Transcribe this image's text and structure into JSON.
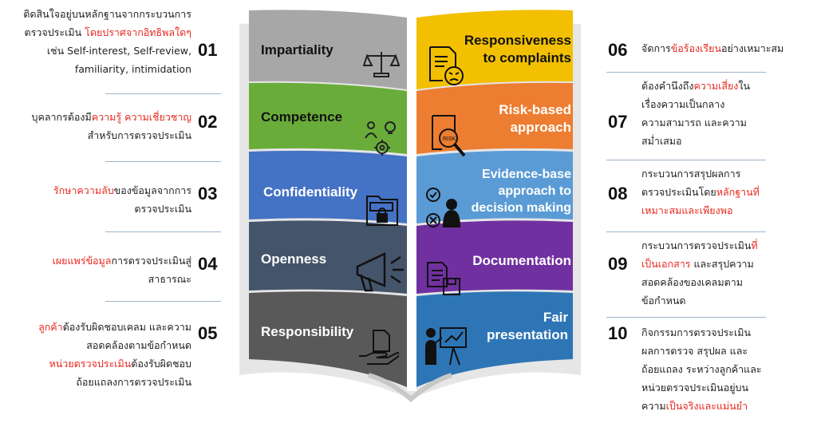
{
  "colors": {
    "gray": "#a7a7a7",
    "green": "#6aac3a",
    "blue": "#4472c4",
    "navy": "#44546a",
    "charcoal": "#595959",
    "yellow": "#f2c000",
    "orange": "#ed7d31",
    "lightblue": "#5b9bd5",
    "purple": "#7030a0",
    "steel": "#2e75b6",
    "accent_red": "#e8281e"
  },
  "left_pages": [
    {
      "title": "Impartiality",
      "icon": "scale-icon"
    },
    {
      "title": "Competence",
      "icon": "people-gears-icon"
    },
    {
      "title": "Confidentiality",
      "icon": "locked-folder-icon"
    },
    {
      "title": "Openness",
      "icon": "megaphone-icon"
    },
    {
      "title": "Responsibility",
      "icon": "hand-document-icon"
    }
  ],
  "right_pages": [
    {
      "title_line1": "Responsiveness",
      "title_line2": "to complaints",
      "icon": "angry-document-icon"
    },
    {
      "title_line1": "Risk-based",
      "title_line2": "approach",
      "icon": "risk-magnifier-icon"
    },
    {
      "title_line1": "Evidence-base",
      "title_line2": "approach to",
      "title_line3": "decision making",
      "icon": "decision-person-icon"
    },
    {
      "title_line1": "Documentation",
      "icon": "documents-disk-icon"
    },
    {
      "title_line1": "Fair",
      "title_line2": "presentation",
      "icon": "presenter-board-icon"
    }
  ],
  "numbers": [
    "01",
    "02",
    "03",
    "04",
    "05",
    "06",
    "07",
    "08",
    "09",
    "10"
  ],
  "left_text": {
    "p01": {
      "l1": "ติดสินใจอยู่บนหลักฐานจากกระบวนการ",
      "l2a": "ตรวจประเมิน ",
      "l2b": "โดยปราศจากอิทธิพลใดๆ",
      "l3": "เช่น Self-interest, Self-review,",
      "l4": "familiarity, intimidation"
    },
    "p02": {
      "l1a": "บุคลากรต้องมี",
      "l1b": "ความรู้ ความเชี่ยวชาญ",
      "l2": "สำหรับการตรวจประเมิน"
    },
    "p03": {
      "l1a": "รักษาความลับ",
      "l1b": "ของข้อมูลจากการ",
      "l2": "ตรวจประเมิน"
    },
    "p04": {
      "l1a": "เผยแพร่ข้อมูล",
      "l1b": "การตรวจประเมินสู่",
      "l2": "สาธารณะ"
    },
    "p05": {
      "l1a": "ลูกค้า",
      "l1b": "ต้องรับผิดชอบเคลม และความ",
      "l2": "สอดคล้องตามข้อกำหนด",
      "l3a": "หน่วยตรวจประเมิน",
      "l3b": "ต้องรับผิดชอบ",
      "l4": "ถ้อยแถลงการตรวจประเมิน"
    }
  },
  "right_text": {
    "p06": {
      "l1a": "จัดการ",
      "l1b": "ข้อร้องเรียน",
      "l1c": "อย่างเหมาะสม"
    },
    "p07": {
      "l1a": "ต้องคำนึงถึง",
      "l1b": "ความเสี่ยง",
      "l1c": "ใน",
      "l2": "เรื่องความเป็นกลาง",
      "l3": "ความสามารถ และความ",
      "l4": "สม่ำเสมอ"
    },
    "p08": {
      "l1": "กระบวนการสรุปผลการ",
      "l2a": "ตรวจประเมินโดย",
      "l2b": "หลักฐานที่",
      "l3": "เหมาะสมและเพียงพอ"
    },
    "p09": {
      "l1a": "กระบวนการตรวจประเมิน",
      "l1b": "ที่",
      "l2a": "เป็นเอกสาร",
      "l2b": " และสรุปความ",
      "l3": "สอดคล้องของเคลมตาม",
      "l4": "ข้อกำหนด"
    },
    "p10": {
      "l1": "กิจกรรมการตรวจประเมิน",
      "l2": "ผลการตรวจ สรุปผล และ",
      "l3": "ถ้อยแถลง ระหว่างลูกค้าและ",
      "l4": "หน่วยตรวจประเมินอยู่บน",
      "l5a": "ความ",
      "l5b": "เป็นจริงและแม่นยำ"
    }
  }
}
